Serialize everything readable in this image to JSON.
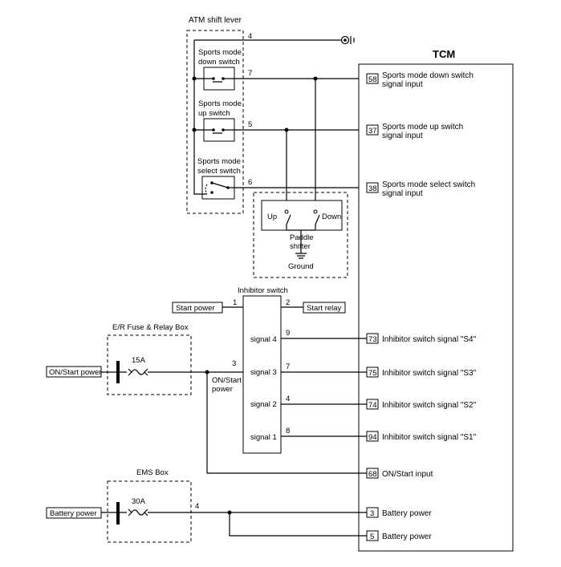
{
  "atm": {
    "title": "ATM shift lever",
    "down_switch": [
      "Sports mode",
      "down switch"
    ],
    "up_switch": [
      "Sports mode",
      "up switch"
    ],
    "select_switch": [
      "Sports mode",
      "select switch"
    ],
    "wire_ground": "4",
    "wire_down": "7",
    "wire_up": "5",
    "wire_select": "6"
  },
  "tcm": {
    "title": "TCM",
    "pins": {
      "p58": "58",
      "p37": "37",
      "p38": "38",
      "p73": "73",
      "p75": "75",
      "p74": "74",
      "p94": "94",
      "p68": "68",
      "p3": "3",
      "p5": "5"
    },
    "labels": {
      "down": [
        "Sports mode down switch",
        "signal input"
      ],
      "up": [
        "Sports mode up switch",
        "signal input"
      ],
      "select": [
        "Sports mode select switch",
        "signal input"
      ],
      "s4": "Inhibitor switch signal \"S4\"",
      "s3": "Inhibitor switch signal \"S3\"",
      "s2": "Inhibitor switch signal \"S2\"",
      "s1": "Inhibitor switch signal \"S1\"",
      "on_start": "ON/Start input",
      "batt1": "Battery power",
      "batt2": "Battery power"
    }
  },
  "paddle": {
    "up": "Up",
    "down": "Down",
    "label": [
      "Paddle",
      "shifter"
    ],
    "ground": "Ground"
  },
  "inhibitor": {
    "title": "Inhibitor switch",
    "start_power": "Start power",
    "start_relay": "Start relay",
    "pin1": "1",
    "pin2": "2",
    "pin3": "3",
    "pin9": "9",
    "pin7": "7",
    "pin4": "4",
    "pin8": "8",
    "signal4": "signal 4",
    "signal3": "signal 3",
    "signal2": "signal 2",
    "signal1": "signal 1",
    "on_start_power": [
      "ON/Start",
      "power"
    ]
  },
  "er_box": {
    "title": "E/R Fuse & Relay Box",
    "fuse": "15A",
    "source": "ON/Start power"
  },
  "ems_box": {
    "title": "EMS Box",
    "fuse": "30A",
    "source": "Battery power",
    "wire": "4"
  }
}
